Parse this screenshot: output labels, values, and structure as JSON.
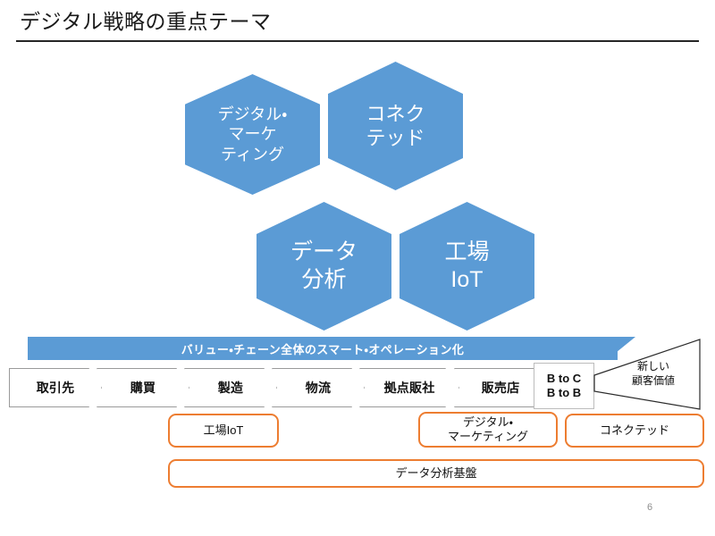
{
  "slide": {
    "title": "デジタル戦略の重点テーマ",
    "page_number": "6",
    "colors": {
      "hex_blue": "#5B9BD5",
      "banner_blue": "#5B9BD5",
      "accent_orange": "#ED7D31",
      "rule_dark": "#262626",
      "chevron_border": "#9a9a9a",
      "page_number_gray": "#8d8d8d"
    }
  },
  "hexagons": [
    {
      "id": "digital-marketing",
      "label": "デジタル・\nマーケ\nティング"
    },
    {
      "id": "connected",
      "label": "コネク\nテッド"
    },
    {
      "id": "data-analysis",
      "label": "データ\n分析"
    },
    {
      "id": "factory-iot",
      "label": "工場\nIoT"
    }
  ],
  "value_chain": {
    "banner_label": "バリュー・チェーン全体のスマート・オペレーション化",
    "steps": [
      {
        "label": "取引先"
      },
      {
        "label": "購買"
      },
      {
        "label": "製造"
      },
      {
        "label": "物流"
      },
      {
        "label": "拠点販社"
      },
      {
        "label": "販売店"
      }
    ],
    "channel_box": "B to C\nB to B",
    "outcome_label": "新しい\n顧客価値"
  },
  "capability_boxes": [
    {
      "id": "factory-iot",
      "label": "工場IoT"
    },
    {
      "id": "digital-marketing",
      "label": "デジタル・\nマーケティング"
    },
    {
      "id": "connected",
      "label": "コネクテッド"
    },
    {
      "id": "data-platform",
      "label": "データ分析基盤"
    }
  ]
}
